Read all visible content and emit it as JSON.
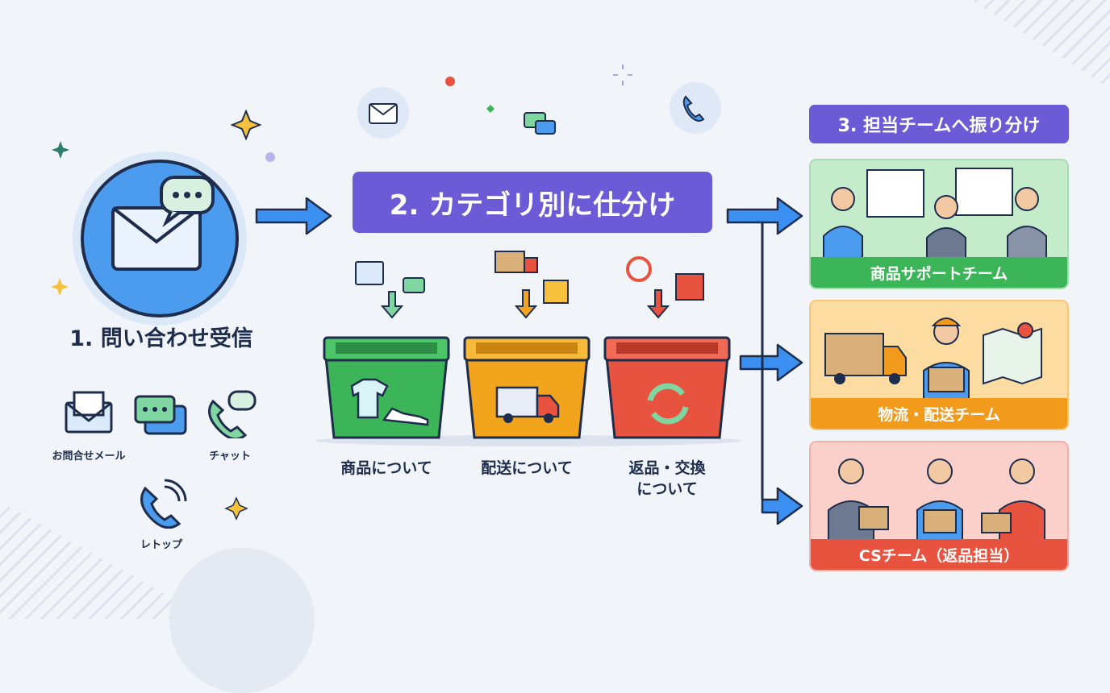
{
  "step1": {
    "title": "1. 問い合わせ受信",
    "channels": [
      {
        "label": "お問合せメール",
        "icon": "envelope-icon"
      },
      {
        "label": "チャット",
        "icon": "phone-chat-icon"
      },
      {
        "label": "レトップ",
        "icon": "phone-icon"
      }
    ]
  },
  "step2": {
    "title": "2. カテゴリ別に仕分け",
    "bins": [
      {
        "label": "商品について",
        "color": "#3cb559",
        "icon": "tshirt-icon"
      },
      {
        "label": "配送について",
        "color": "#f2a51c",
        "icon": "truck-icon"
      },
      {
        "label_line1": "返品・交換",
        "label_line2": "について",
        "color": "#e8533f",
        "icon": "refresh-icon"
      }
    ]
  },
  "step3": {
    "title": "3. 担当チームへ振り分け",
    "teams": [
      {
        "label": "商品サポートチーム",
        "bg": "#c4eccb",
        "bar": "#3cb559"
      },
      {
        "label": "物流・配送チーム",
        "bg": "#fcdca0",
        "bar": "#f29a1c"
      },
      {
        "label": "CSチーム（返品担当）",
        "bg": "#fbd0cb",
        "bar": "#e8533f"
      }
    ]
  },
  "colors": {
    "accent": "#6b5bd6",
    "arrow": "#3b8ff0",
    "ink": "#1f2d4d"
  }
}
